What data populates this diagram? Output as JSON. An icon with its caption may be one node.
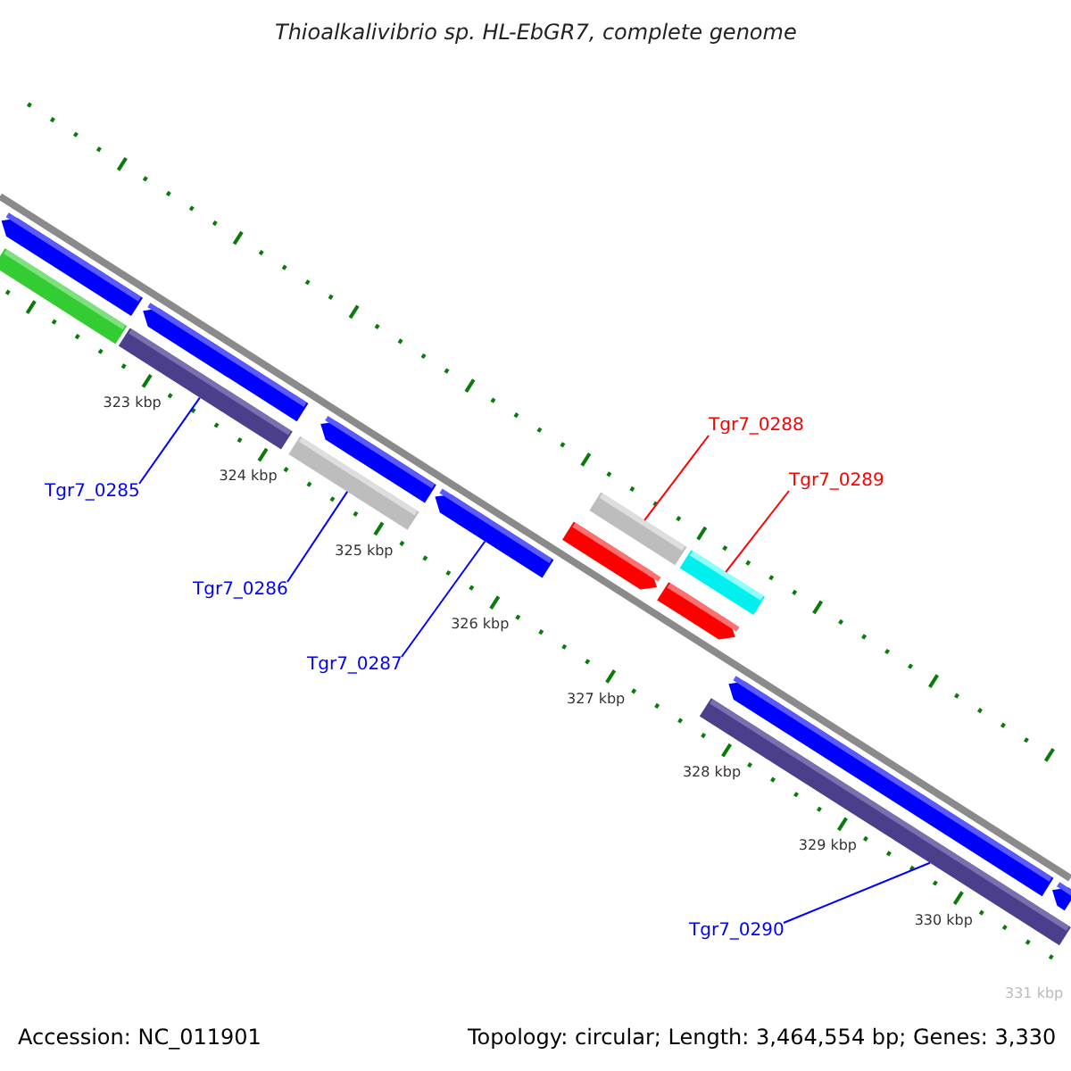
{
  "diagram": {
    "title": "Thioalkalivibrio sp. HL-EbGR7, complete genome",
    "nodes": [
      {
        "text": [],
        "shape": "bar"
      },
      {
        "text": [],
        "shape": "bar"
      },
      {
        "text": [],
        "shape": "bar"
      },
      {
        "text": [],
        "shape": "bar"
      },
      {
        "text": [],
        "shape": "bar"
      },
      {
        "text": [],
        "shape": "bar"
      },
      {
        "text": [],
        "shape": "bar"
      },
      {
        "text": [],
        "shape": "bar"
      },
      {
        "text": [],
        "shape": "bar"
      },
      {
        "text": [],
        "shape": "bar"
      },
      {
        "text": [],
        "shape": "bar"
      },
      {
        "text": [],
        "shape": "bar"
      },
      {
        "text": [],
        "shape": "bar"
      },
      {
        "text": [],
        "shape": "bar"
      },
      {
        "text": [
          "Tgr7_0285"
        ]
      },
      {
        "text": [
          "Tgr7_0286"
        ]
      },
      {
        "text": [
          "Tgr7_0287"
        ]
      },
      {
        "text": [
          "Tgr7_0288"
        ]
      },
      {
        "text": [
          "Tgr7_0289"
        ]
      },
      {
        "text": [
          "Tgr7_0290"
        ]
      }
    ],
    "edges": [
      {
        "from": 14,
        "to": 3,
        "arrow": "none"
      },
      {
        "from": 15,
        "to": 5,
        "arrow": "none"
      },
      {
        "from": 16,
        "to": 6,
        "arrow": "none"
      },
      {
        "from": 17,
        "to": 8,
        "arrow": "none",
        "color": "#ff0000"
      },
      {
        "from": 18,
        "to": 10,
        "arrow": "none",
        "color": "#ff0000"
      },
      {
        "from": 19,
        "to": 11,
        "arrow": "none"
      }
    ],
    "labels": [
      "323 kbp",
      "324 kbp",
      "325 kbp",
      "326 kbp",
      "327 kbp",
      "328 kbp",
      "329 kbp",
      "330 kbp",
      "331 kbp",
      "Accession: NC_011901",
      "Topology: circular; Length: 3,464,554 bp; Genes: 3,330"
    ]
  }
}
